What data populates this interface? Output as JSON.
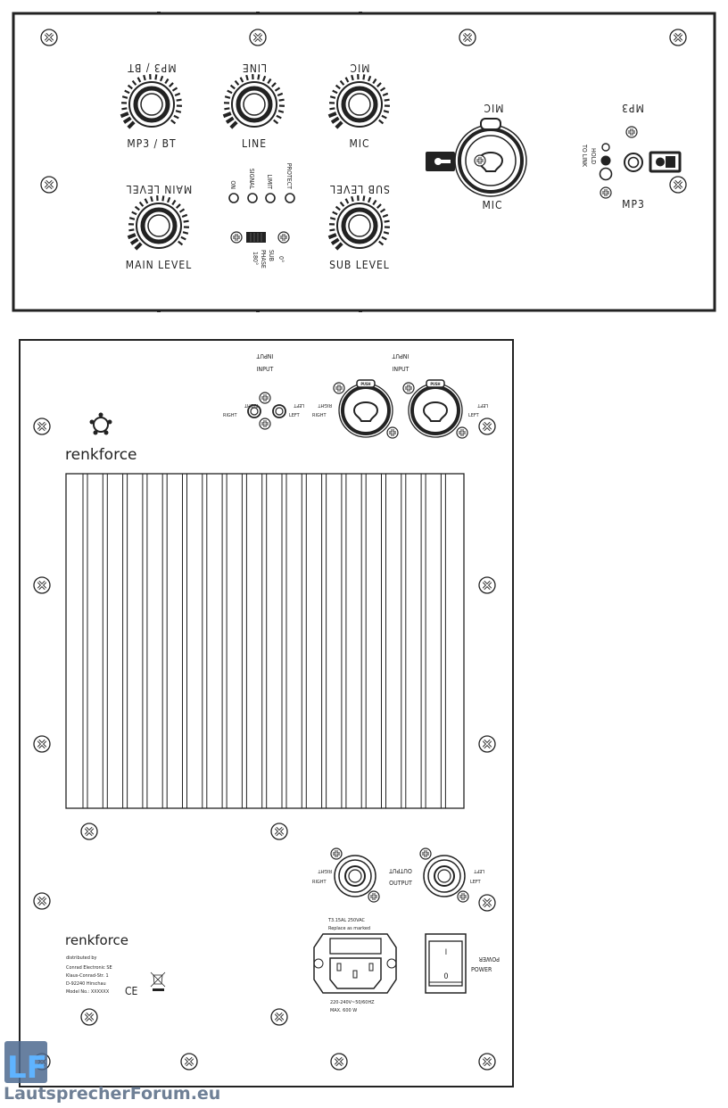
{
  "top_panel": {
    "knobs": [
      {
        "label": "MP3 / BT"
      },
      {
        "label": "LINE"
      },
      {
        "label": "MIC"
      },
      {
        "label": "MAIN LEVEL"
      },
      {
        "label": "SUB LEVEL"
      }
    ],
    "leds": [
      "ON",
      "SIGNAL",
      "LIMIT",
      "PROTECT"
    ],
    "phase": {
      "label_1": "SUB",
      "label_2": "PHASE",
      "zero": "0°",
      "inverted": "180°"
    },
    "mic_input": {
      "label": "MIC"
    },
    "mp3": {
      "label": "MP3",
      "hold_1": "HOLD",
      "hold_2": "TO LINK"
    }
  },
  "rear_panel": {
    "brand": "renkforce",
    "inputs": {
      "label": "INPUT",
      "right": "RIGHT",
      "left": "LEFT"
    },
    "outputs": {
      "label": "OUTPUT",
      "right": "RIGHT",
      "left": "LEFT"
    },
    "xlr_push": "PUSH",
    "fuse": {
      "rating": "T3.15AL 250VAC",
      "note": "Replace as marked",
      "voltage": "220-240V~50/60HZ",
      "max": "MAX. 600 W"
    },
    "power": {
      "label": "POWER",
      "on": "I",
      "off": "0"
    },
    "distributor": {
      "brand": "renkforce",
      "intro": "distributed by",
      "company": "Conrad Electronic SE",
      "street": "Klaus-Conrad-Str. 1",
      "city": "D-92240 Hirschau",
      "model": "Model No.: XXXXXX",
      "ce": "CE"
    }
  },
  "watermark": {
    "logo": "LF",
    "text": "LautsprecherForum.eu"
  }
}
